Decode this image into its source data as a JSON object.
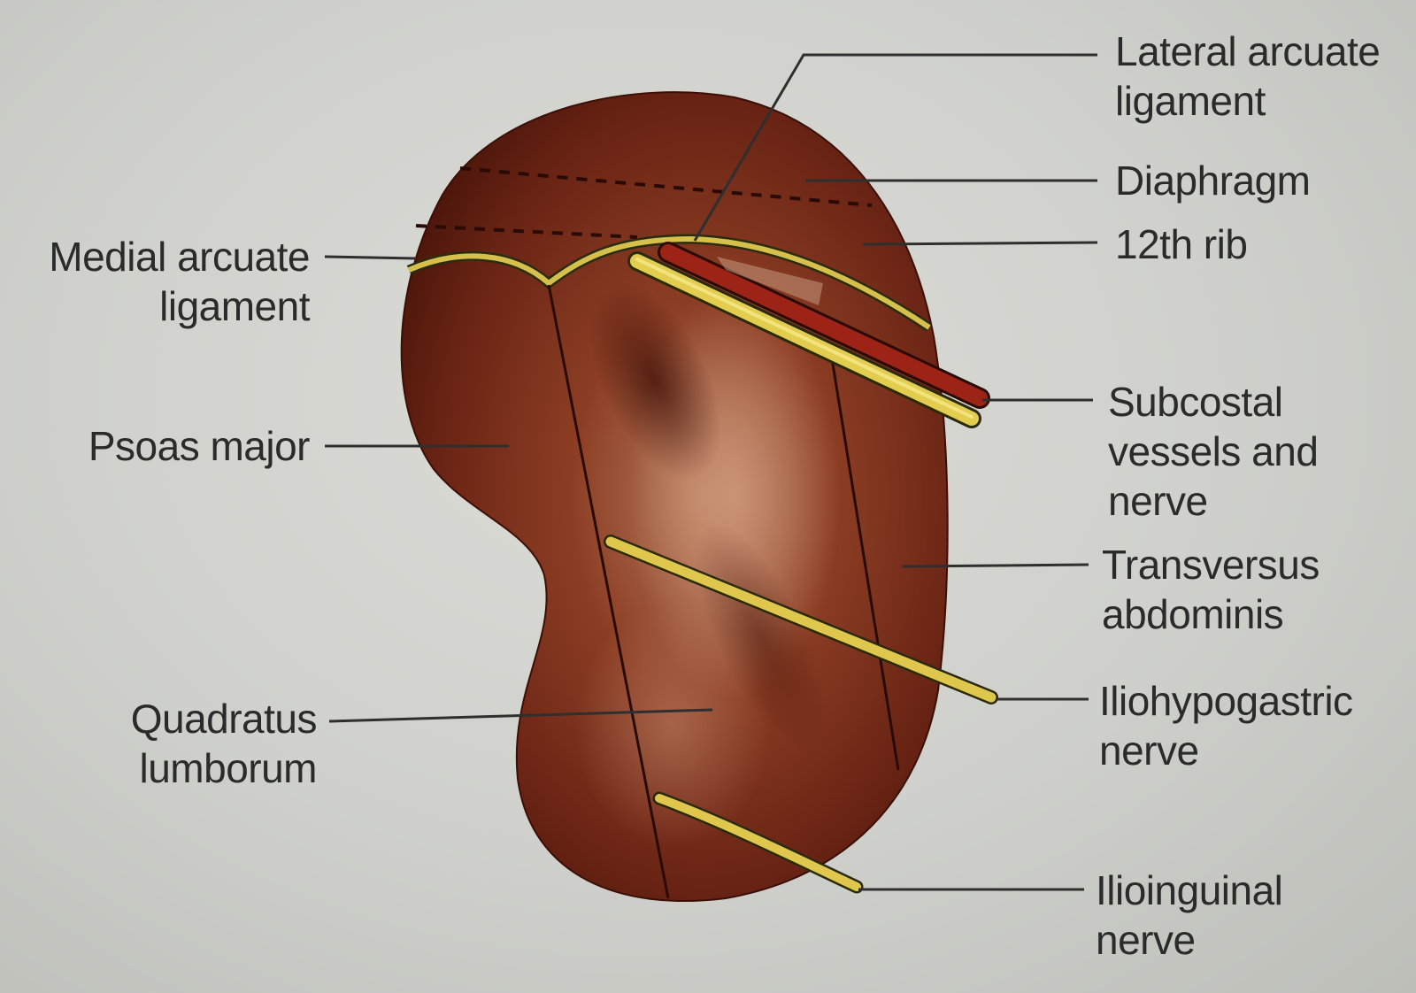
{
  "diagram": {
    "colors": {
      "background": "#cfd0cb",
      "kidney_dark": "#5c1d10",
      "kidney_mid": "#8a3b22",
      "kidney_light": "#b97a58",
      "nerve": "#e3c94c",
      "vessel": "#9a2217",
      "leader_line": "#333333"
    },
    "labels_left": {
      "medial_arcuate": [
        "Medial arcuate",
        "ligament"
      ],
      "psoas": [
        "Psoas major"
      ],
      "quadratus": [
        "Quadratus",
        "lumborum"
      ]
    },
    "labels_right": {
      "lateral_arcuate": [
        "Lateral arcuate",
        "ligament"
      ],
      "diaphragm": [
        "Diaphragm"
      ],
      "rib": [
        "12th rib"
      ],
      "subcostal": [
        "Subcostal",
        "vessels and",
        "nerve"
      ],
      "transversus": [
        "Transversus",
        "abdominis"
      ],
      "iliohypogastric": [
        "Iliohypogastric",
        "nerve"
      ],
      "ilioinguinal": [
        "Ilioinguinal",
        "nerve"
      ]
    }
  }
}
